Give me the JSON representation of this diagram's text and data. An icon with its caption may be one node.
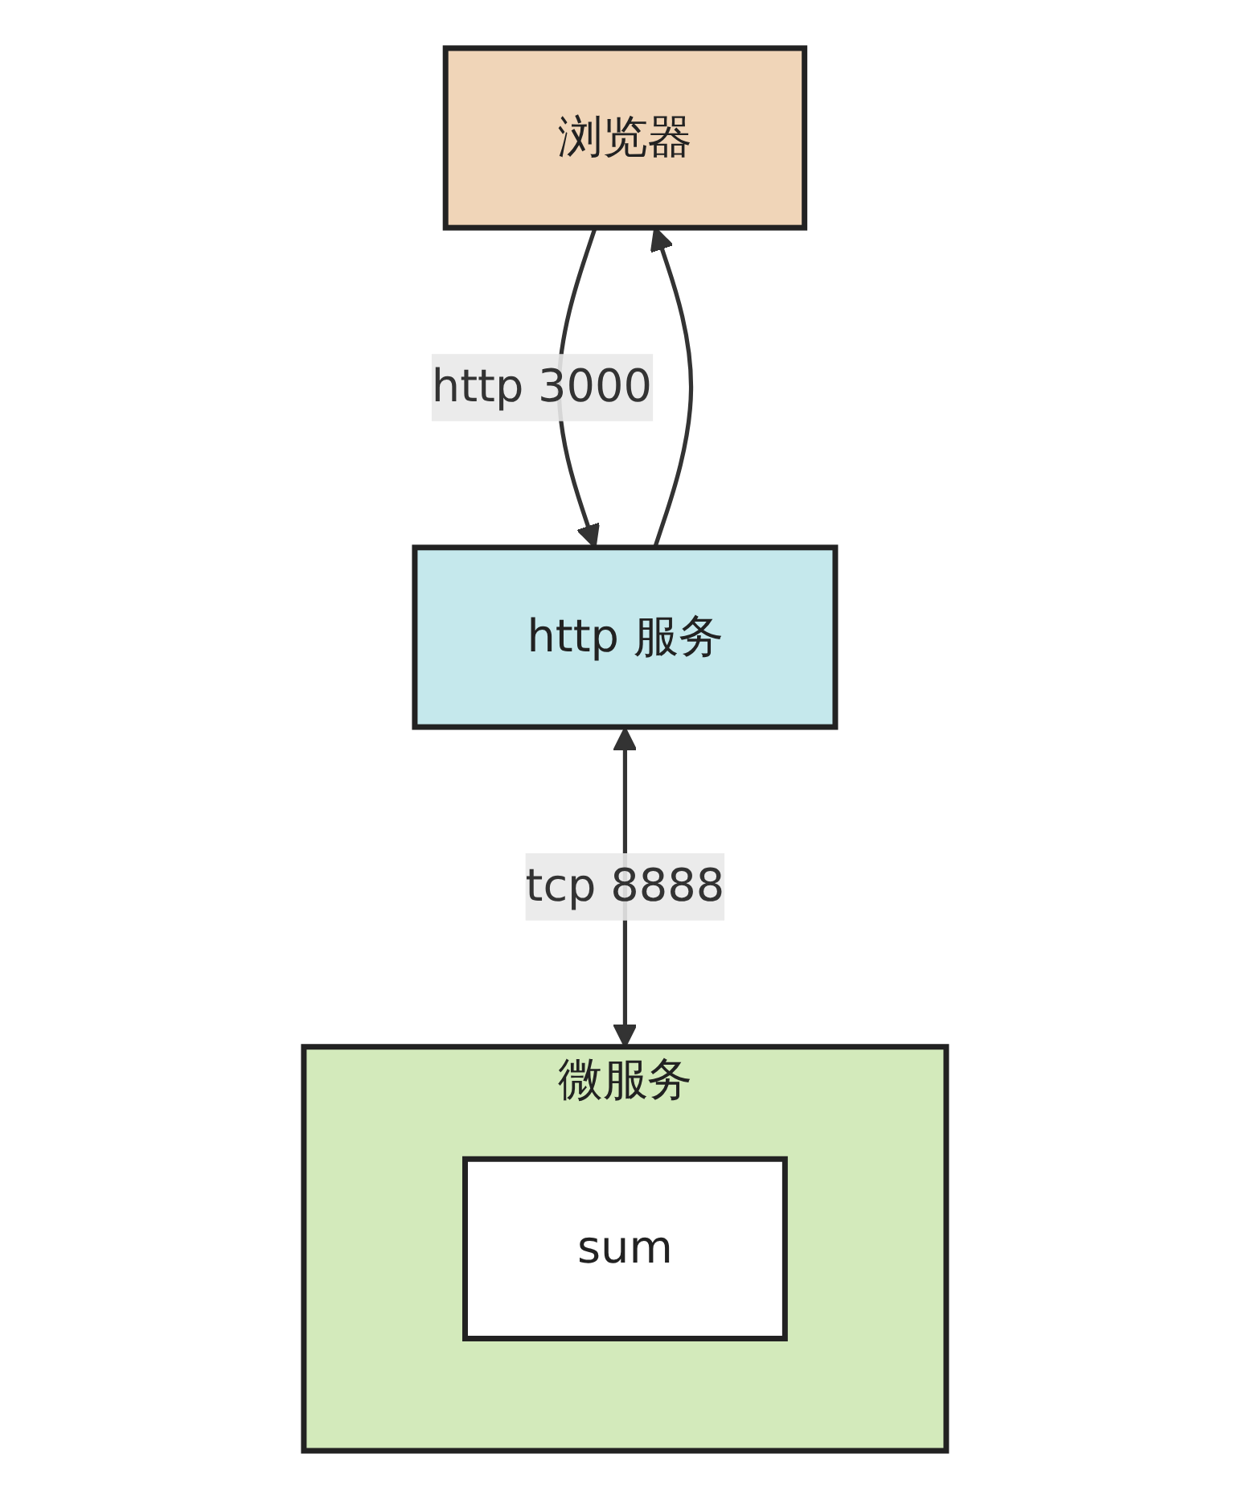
{
  "diagram": {
    "nodes": [
      {
        "text": [
          "浏览器"
        ]
      },
      {
        "text": [
          "http 服务"
        ]
      },
      {
        "text": [
          "微服务"
        ]
      },
      {
        "text": [
          "sum"
        ],
        "in": 2
      }
    ],
    "edges": [
      {
        "from": 0,
        "to": 1,
        "arrow": "to",
        "label": "http 3000"
      },
      {
        "from": 1,
        "to": 0,
        "arrow": "to"
      },
      {
        "from": 1,
        "to": 2,
        "arrow": "both",
        "label": "tcp 8888"
      }
    ]
  }
}
